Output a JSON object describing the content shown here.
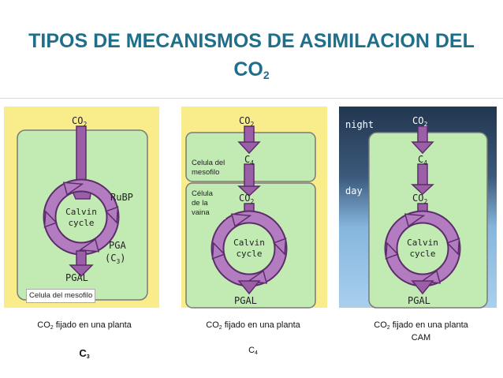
{
  "title": {
    "line1": "TIPOS DE MECANISMOS DE ASIMILACION DEL",
    "line2_main": "CO",
    "line2_sub": "2"
  },
  "panel1": {
    "co2": "CO",
    "co2_sub": "2",
    "rubp": "RuBP",
    "calvin1": "Calvin",
    "calvin2": "cycle",
    "pga": "PGA",
    "pga_sub_open": "(C",
    "pga_sub_num": "3",
    "pga_sub_close": ")",
    "pgal": "PGAL",
    "cell_label": "Celula del mesofilo",
    "caption_main": "CO",
    "caption_sub": "2",
    "caption_rest": " fijado en una planta",
    "type_main": "C",
    "type_sub": "3"
  },
  "panel2": {
    "co2_top": "CO",
    "co2_top_sub": "2",
    "c4": "C",
    "c4_sub": "4",
    "co2_mid": "CO",
    "co2_mid_sub": "2",
    "calvin1": "Calvin",
    "calvin2": "cycle",
    "pgal": "PGAL",
    "meso_label_1": "Celula del",
    "meso_label_2": "mesofilo",
    "vaina_label_1": "Célula",
    "vaina_label_2": "de la",
    "vaina_label_3": "vaina",
    "caption_main": "CO",
    "caption_sub": "2",
    "caption_rest": " fijado en una planta",
    "type_main": "C",
    "type_sub": "4"
  },
  "panel3": {
    "night": "night",
    "day": "day",
    "co2_top": "CO",
    "co2_top_sub": "2",
    "c4": "C",
    "c4_sub": "4",
    "co2_mid": "CO",
    "co2_mid_sub": "2",
    "calvin1": "Calvin",
    "calvin2": "cycle",
    "pgal": "PGAL",
    "caption_main": "CO",
    "caption_sub": "2",
    "caption_rest": " fijado en una planta",
    "type": "CAM"
  },
  "colors": {
    "yellow_bg": "#f9ec8a",
    "cell_green": "#c2ebb4",
    "arrow_purple": "#9b5fa8",
    "night_sky": "#2c4460",
    "day_sky": "#8bbde6",
    "title_teal": "#1f6f8b"
  }
}
